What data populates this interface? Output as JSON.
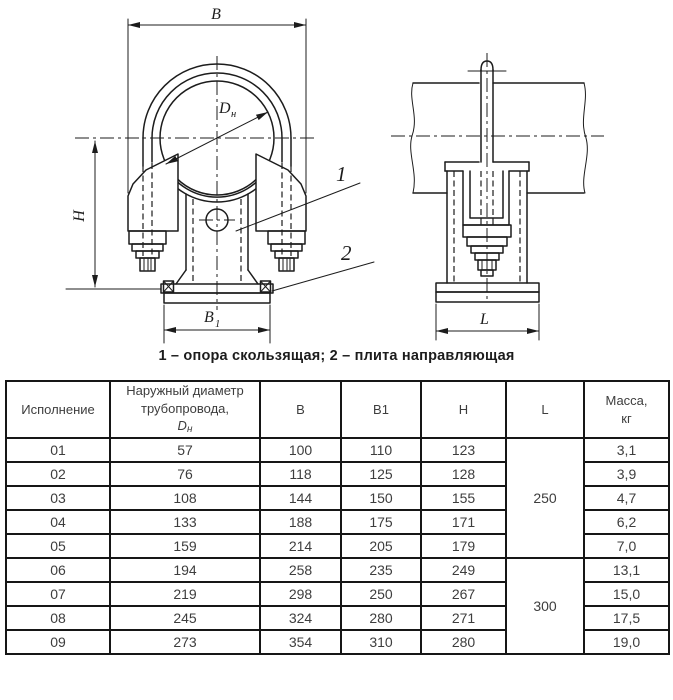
{
  "drawing": {
    "front_view": {
      "dim_b": "B",
      "dim_h": "H",
      "dim_b1_base": "B",
      "dim_b1_sub": "1",
      "dim_dn_base": "D",
      "dim_dn_sub": "н",
      "part1": "1",
      "part2": "2"
    },
    "side_view": {
      "dim_l": "L"
    }
  },
  "caption": "1 – опора скользящая; 2 – плита направляющая",
  "table": {
    "headers": {
      "version": "Исполнение",
      "diameter_line1": "Наружный диаметр",
      "diameter_line2": "трубопровода,",
      "diameter_symbol_base": "D",
      "diameter_symbol_sub": "н",
      "b": "B",
      "b1": "B1",
      "h": "H",
      "l": "L",
      "mass_line1": "Масса,",
      "mass_line2": "кг"
    },
    "rows": [
      {
        "version": "01",
        "dn": "57",
        "b": "100",
        "b1": "110",
        "h": "123",
        "mass": "3,1"
      },
      {
        "version": "02",
        "dn": "76",
        "b": "118",
        "b1": "125",
        "h": "128",
        "mass": "3,9"
      },
      {
        "version": "03",
        "dn": "108",
        "b": "144",
        "b1": "150",
        "h": "155",
        "mass": "4,7"
      },
      {
        "version": "04",
        "dn": "133",
        "b": "188",
        "b1": "175",
        "h": "171",
        "mass": "6,2"
      },
      {
        "version": "05",
        "dn": "159",
        "b": "214",
        "b1": "205",
        "h": "179",
        "mass": "7,0"
      },
      {
        "version": "06",
        "dn": "194",
        "b": "258",
        "b1": "235",
        "h": "249",
        "mass": "13,1"
      },
      {
        "version": "07",
        "dn": "219",
        "b": "298",
        "b1": "250",
        "h": "267",
        "mass": "15,0"
      },
      {
        "version": "08",
        "dn": "245",
        "b": "324",
        "b1": "280",
        "h": "271",
        "mass": "17,5"
      },
      {
        "version": "09",
        "dn": "273",
        "b": "354",
        "b1": "310",
        "h": "280",
        "mass": "19,0"
      }
    ],
    "l_groups": [
      {
        "value": "250",
        "rowspan": 5
      },
      {
        "value": "300",
        "rowspan": 4
      }
    ]
  },
  "colors": {
    "ink": "#1c1c1c",
    "paper": "#ffffff",
    "text": "#3d3d3d",
    "border": "#161616"
  }
}
